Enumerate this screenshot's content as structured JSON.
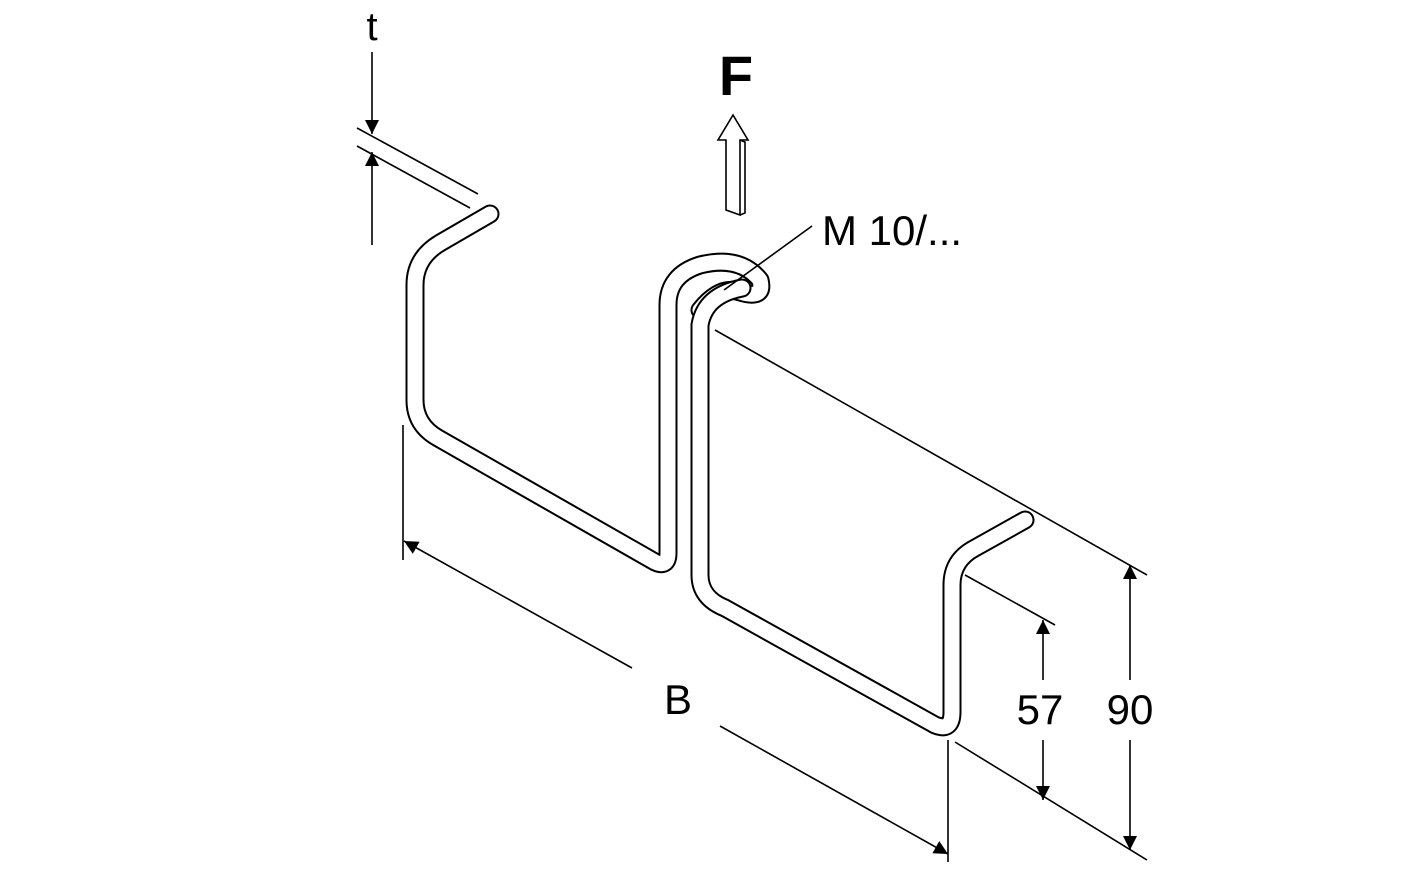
{
  "labels": {
    "thickness": "t",
    "force": "F",
    "thread": "M 10/...",
    "width": "B",
    "height_inner": "57",
    "height_outer": "90"
  }
}
